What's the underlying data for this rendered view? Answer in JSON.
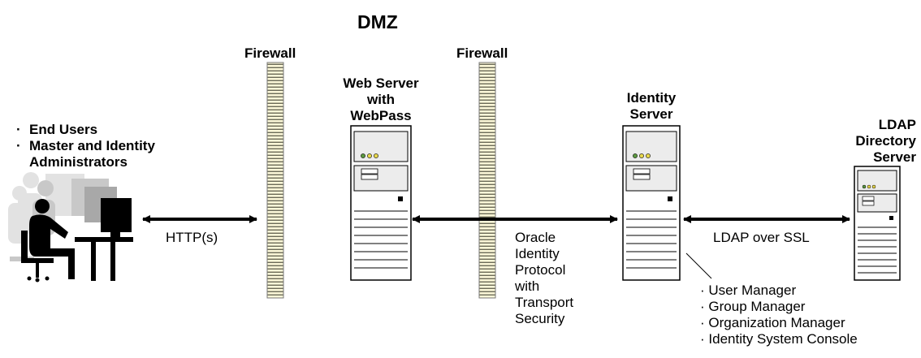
{
  "dmz_label": "DMZ",
  "firewall_left_label": "Firewall",
  "firewall_right_label": "Firewall",
  "users": {
    "bullet": "·",
    "line1": "End Users",
    "line2": "Master and Identity",
    "line3": "Administrators"
  },
  "web_server": {
    "line1": "Web Server",
    "line2": "with",
    "line3": "WebPass"
  },
  "identity_server": {
    "line1": "Identity",
    "line2": "Server"
  },
  "ldap_server": {
    "line1": "LDAP",
    "line2": "Directory",
    "line3": "Server"
  },
  "connections": {
    "http": "HTTP(s)",
    "oracle_protocol": [
      "Oracle",
      "Identity",
      "Protocol",
      "with",
      "Transport",
      "Security"
    ],
    "ldap_ssl": "LDAP over SSL"
  },
  "identity_components": {
    "bullet": "·",
    "items": [
      "User Manager",
      "Group Manager",
      "Organization Manager",
      "Identity System Console"
    ]
  }
}
